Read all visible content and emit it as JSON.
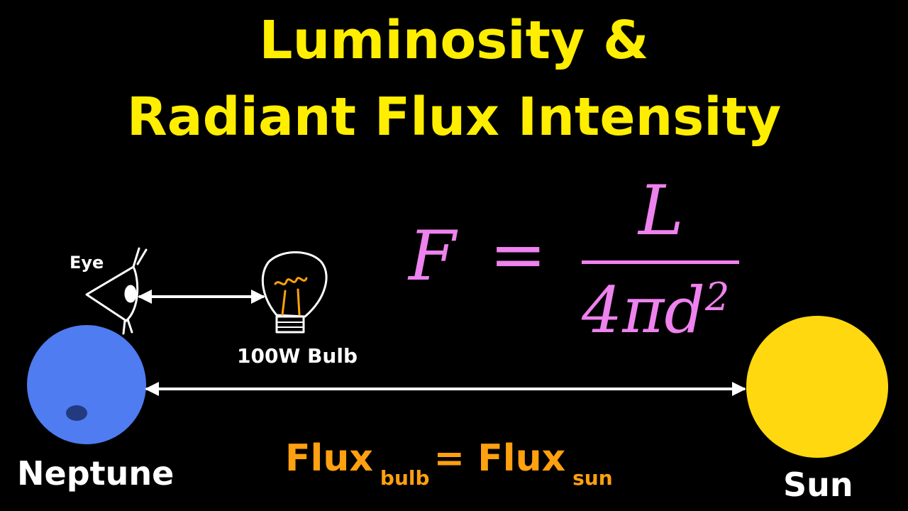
{
  "title": {
    "line1": "Luminosity &",
    "line2": "Radiant Flux Intensity"
  },
  "formula": {
    "lhs": "F",
    "eq": "=",
    "numerator": "L",
    "denominator_main": "4πd",
    "denominator_exp": "2"
  },
  "labels": {
    "eye": "Eye",
    "bulb": "100W Bulb",
    "neptune": "Neptune",
    "sun": "Sun"
  },
  "flux_equation": {
    "flux1": "Flux",
    "sub1": "bulb",
    "eq": "=",
    "flux2": "Flux",
    "sub2": "sun"
  },
  "colors": {
    "title": "#ffee00",
    "formula": "#ee82ee",
    "neptune": "#4f7cf0",
    "sun": "#ffd80f",
    "flux_text": "#ffa010"
  }
}
